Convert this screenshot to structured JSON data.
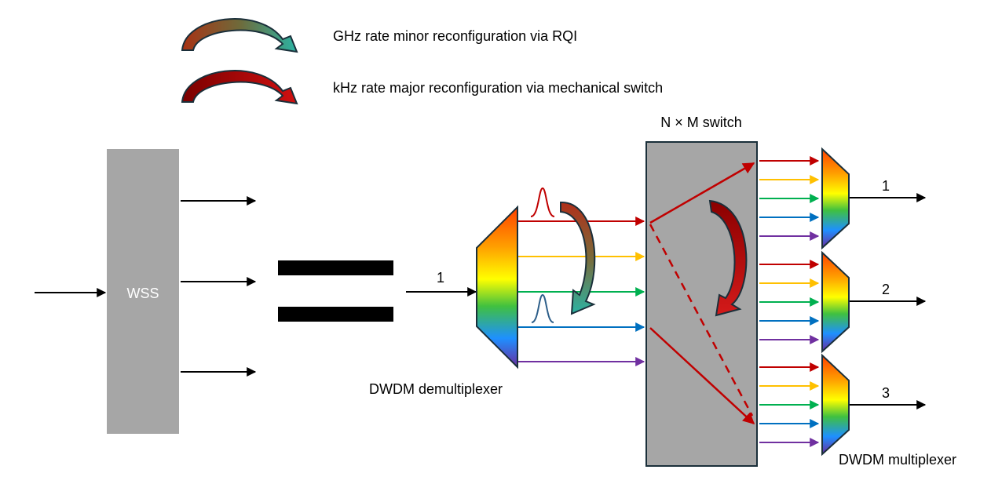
{
  "legend": {
    "items": [
      {
        "label": "GHz rate minor reconfiguration via RQI",
        "arrow_style": "teal-gradient-curved-arrow"
      },
      {
        "label": "kHz rate major reconfiguration via mechanical switch",
        "arrow_style": "red-curved-arrow"
      }
    ]
  },
  "wss": {
    "label": "WSS",
    "color": "#a6a6a6"
  },
  "demux": {
    "input_port": "1",
    "label": "DWDM demultiplexer"
  },
  "switch": {
    "label": "N × M switch",
    "fill": "#a6a6a6",
    "border": "#1f3b4d"
  },
  "mux": {
    "label": "DWDM multiplexer",
    "ports": [
      "1",
      "2",
      "3"
    ]
  },
  "colors": {
    "red": "#c00000",
    "orange": "#ffc000",
    "green": "#00b050",
    "blue": "#0070c0",
    "purple": "#7030a0",
    "pulse_red": "#c00000",
    "pulse_blue": "#2e5f8a",
    "dark_red": "#8b0000",
    "teal": "#1f9e8f"
  },
  "icons": {
    "pulse_red": "gaussian-pulse-icon",
    "pulse_blue": "gaussian-pulse-icon"
  }
}
